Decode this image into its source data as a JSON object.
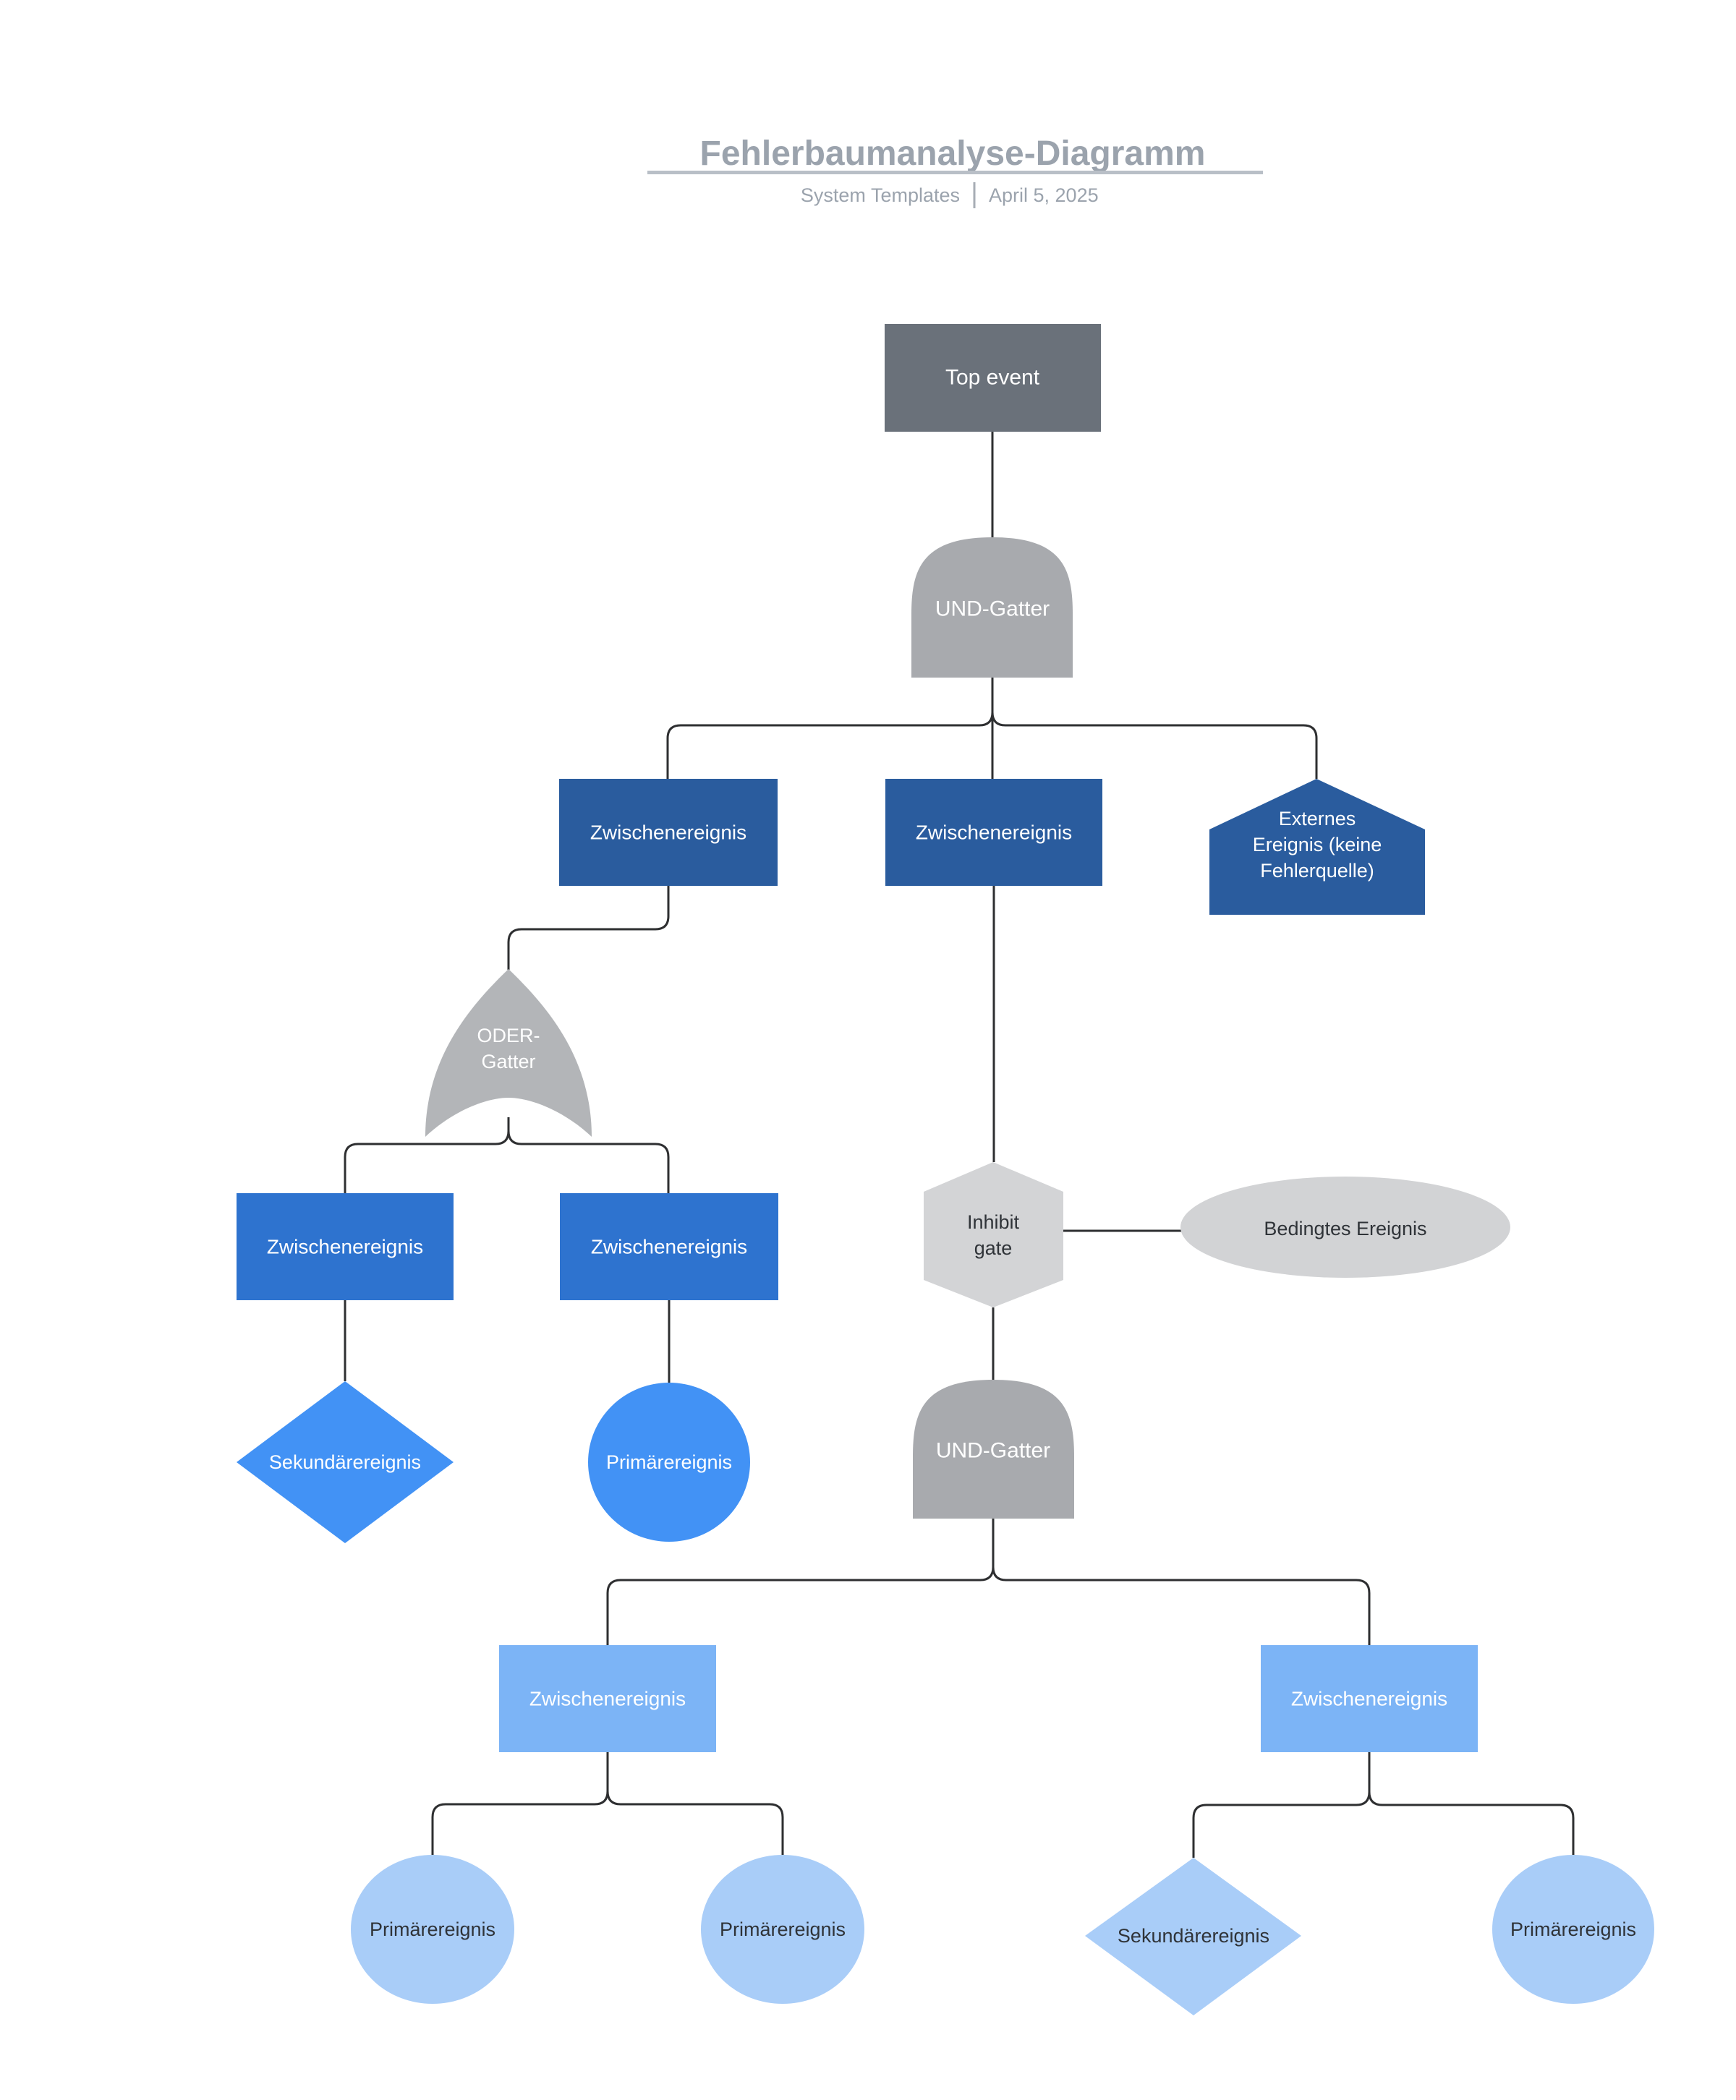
{
  "header": {
    "title": "Fehlerbaumanalyse-Diagramm",
    "subtitle_source": "System Templates",
    "subtitle_separator": "|",
    "subtitle_date": "April 5, 2025"
  },
  "palette": {
    "title_gray": "#9ba3ad",
    "underline_gray": "#b9bfc7",
    "top_event_gray": "#6a717a",
    "and_gate_gray": "#a8aaae",
    "or_gate_gray": "#b3b5b8",
    "inhibit_gray": "#d3d4d6",
    "conditional_gray": "#d2d3d5",
    "level2_blue": "#2a5c9e",
    "level3_blue": "#2e73cf",
    "level4_blue": "#4292f5",
    "level5_blue": "#7cb4f6",
    "level6_blue": "#a9cdf8",
    "connector_dark": "#2e2f31",
    "dark_text": "#2f3338",
    "light_text": "#ffffff"
  },
  "nodes": {
    "top_event": {
      "label": "Top event"
    },
    "and_gate_1": {
      "label": "UND-Gatter"
    },
    "intermediate_1": {
      "label": "Zwischenereignis"
    },
    "intermediate_2": {
      "label": "Zwischenereignis"
    },
    "external_event": {
      "lines": [
        "Externes",
        "Ereignis (keine",
        "Fehlerquelle)"
      ]
    },
    "or_gate": {
      "lines": [
        "ODER-",
        "Gatter"
      ]
    },
    "intermediate_3": {
      "label": "Zwischenereignis"
    },
    "intermediate_4": {
      "label": "Zwischenereignis"
    },
    "secondary_event_1": {
      "label": "Sekundärereignis"
    },
    "primary_event_1": {
      "label": "Primärereignis"
    },
    "inhibit_gate": {
      "lines": [
        "Inhibit",
        "gate"
      ]
    },
    "conditional_event": {
      "label": "Bedingtes Ereignis"
    },
    "and_gate_2": {
      "label": "UND-Gatter"
    },
    "intermediate_5": {
      "label": "Zwischenereignis"
    },
    "intermediate_6": {
      "label": "Zwischenereignis"
    },
    "primary_event_2": {
      "label": "Primärereignis"
    },
    "primary_event_3": {
      "label": "Primärereignis"
    },
    "secondary_event_2": {
      "label": "Sekundärereignis"
    },
    "primary_event_4": {
      "label": "Primärereignis"
    }
  }
}
